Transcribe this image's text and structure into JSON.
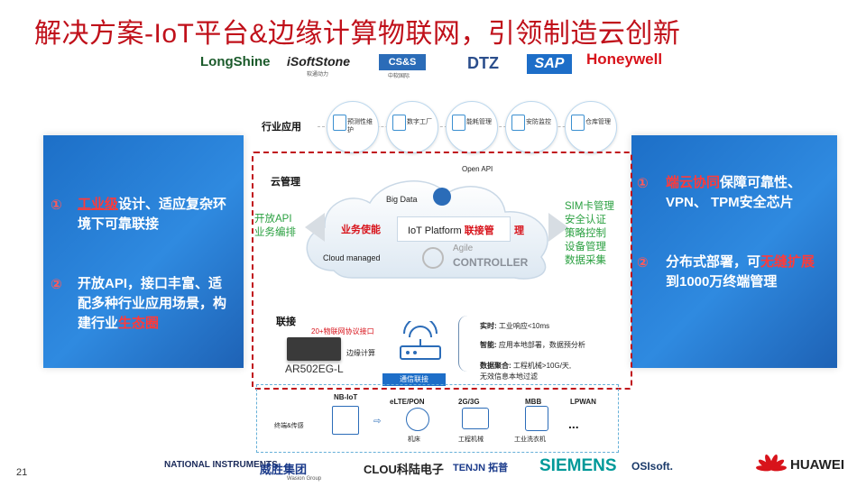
{
  "title": "解决方案-IoT平台&边缘计算物联网，引领制造云创新",
  "partners_top": [
    "LongShine",
    "iSoftStone",
    "CS&S",
    "DTZ",
    "SAP",
    "Honeywell"
  ],
  "partner_sublabels": {
    "isoft": "软通动力",
    "css": "中软国际"
  },
  "left_panel": {
    "item1": {
      "num": "①",
      "highlight": "工业级",
      "rest": "设计、适应复杂环境下可靠联接"
    },
    "item2": {
      "num": "②",
      "pre": "开放API，接口丰富、适配多种行业应用场景，构建行业",
      "highlight": "生态圈"
    }
  },
  "right_panel": {
    "item1": {
      "num": "①",
      "highlight": "端云协同",
      "rest": "保障可靠性、VPN、 TPM安全芯片"
    },
    "item2": {
      "num": "②",
      "pre": "分布式部署，可",
      "highlight": "无缝扩展",
      "rest": "到1000万终端管理"
    }
  },
  "sections": {
    "industry_apps": "行业应用",
    "cloud_mgmt": "云管理",
    "connect": "联接"
  },
  "industry_apps": [
    "预测性维护",
    "数字工厂",
    "能耗管理",
    "安防监控",
    "仓库管理"
  ],
  "cloud": {
    "open_api": "Open API",
    "big_data": "Big Data",
    "business_enable": "业务使能",
    "platform_pre": "IoT Platform",
    "platform_hl": "联接管",
    "platform_post": "理",
    "cloud_managed": "Cloud managed",
    "agile": "Agile",
    "controller": "CONTROLLER"
  },
  "left_green": [
    "开放API",
    "业务编排"
  ],
  "right_green": [
    "SIM卡管理",
    "安全认证",
    "策略控制",
    "设备管理",
    "数据采集"
  ],
  "gateway": {
    "protocol_note": "20+物联网协议接口",
    "edge_compute": "边缘计算",
    "model": "AR502EG-L",
    "bar_label": "通信联接"
  },
  "features": [
    {
      "key": "实时:",
      "text": "工业响应<10ms"
    },
    {
      "key": "智能:",
      "text": "应用本地部署，数据预分析"
    },
    {
      "key": "数据聚合:",
      "text": "工程机械>10G/天,"
    },
    {
      "key": "",
      "text": "无效信息本地过滤"
    }
  ],
  "terminals": {
    "left_label": "终端&传感",
    "nets": [
      "NB-IoT",
      "eLTE/PON",
      "2G/3G",
      "MBB",
      "LPWAN"
    ],
    "devices": [
      "机床",
      "工程机械",
      "工业洗衣机"
    ],
    "more": "..."
  },
  "page_number": "21",
  "partners_bottom": [
    "NATIONAL INSTRUMENTS",
    "威胜集团",
    "CLOU科陆电子",
    "TENJN 拓普",
    "SIEMENS",
    "OSIsoft."
  ],
  "bottom_sublabels": {
    "wasion": "Wasion Group"
  },
  "brand": "HUAWEI",
  "colors": {
    "title": "#c0101a",
    "panel": "#2a7fd6",
    "highlight": "#ff3a3a",
    "green": "#2aa040",
    "frame": "#c0101a"
  }
}
